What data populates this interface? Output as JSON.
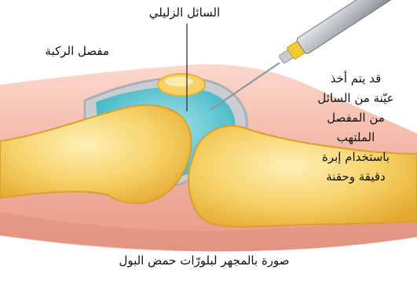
{
  "labels": {
    "synovial_fluid": "السائل الزليلي",
    "knee_joint": "مفصل الركبة",
    "description_lines": [
      "قد يتم أخذ",
      "عيّنة من السائل",
      "من المفصل",
      "الملتهب",
      "باستخدام إبرة",
      "دقيقة وحقنة"
    ],
    "caption": "صورة بالمجهر لبلورّات حمض البول"
  },
  "colors": {
    "skin": "#f3b3a2",
    "skin_dark": "#e79a87",
    "bone": "#f0c244",
    "bone_light": "#fbe48f",
    "synovial_fluid": "#58c3cf",
    "capsule": "#b9bec4",
    "syringe_band": "#f3c93b",
    "needle": "#9aa3a8"
  }
}
